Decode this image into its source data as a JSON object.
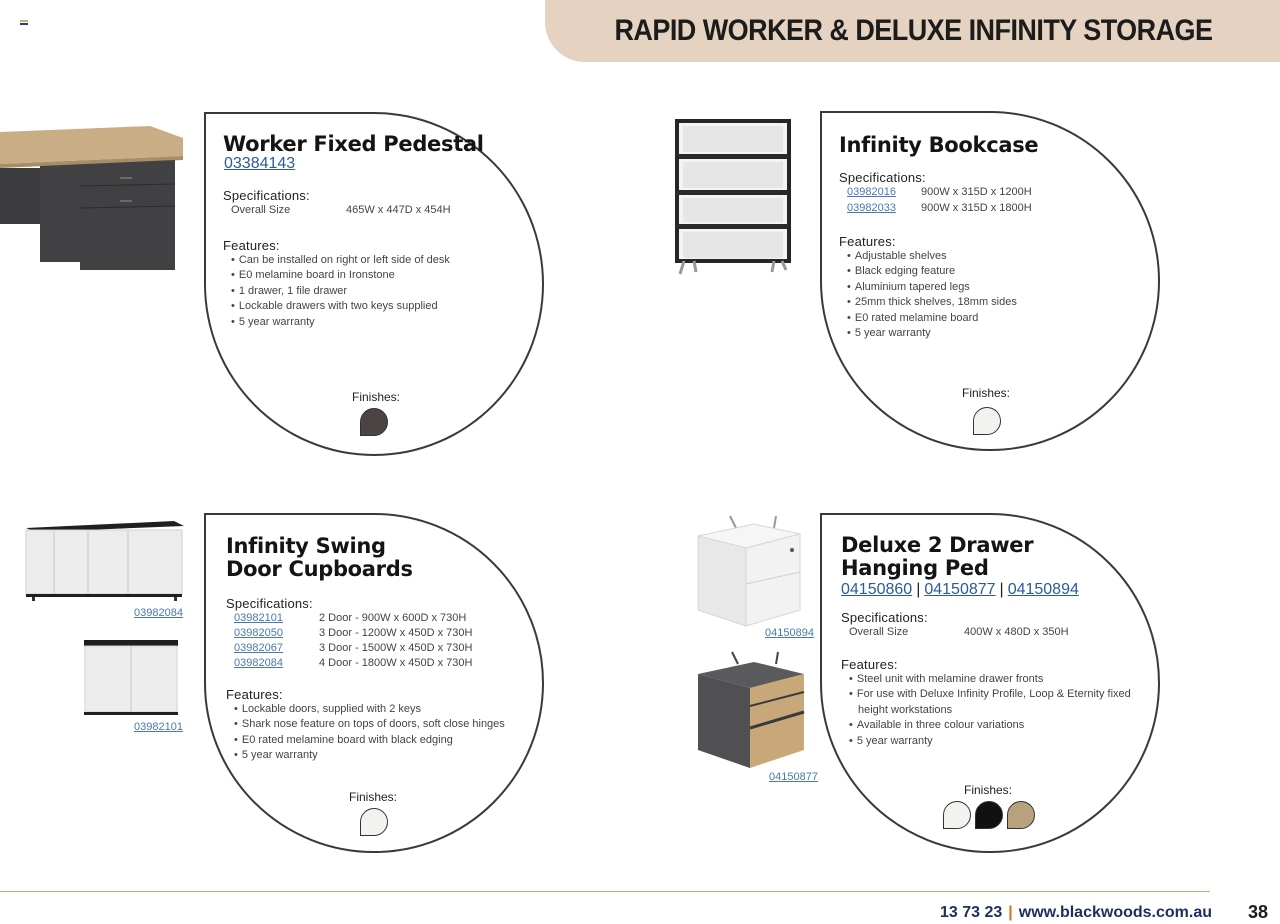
{
  "header": {
    "title": "RAPID WORKER & DELUXE INFINITY STORAGE"
  },
  "products": [
    {
      "title_lines": [
        "Worker Fixed Pedestal"
      ],
      "codes": [
        "03384143"
      ],
      "spec_heading": "Specifications:",
      "specs": [
        {
          "label": "Overall Size",
          "value": "465W x 447D x 454H"
        }
      ],
      "features_heading": "Features:",
      "features": [
        "Can be installed on right or left side of desk",
        "E0 melamine board in Ironstone",
        "1 drawer, 1 file drawer",
        "Lockable drawers with two keys supplied",
        "5 year warranty"
      ],
      "finishes_label": "Finishes:",
      "finishes": [
        "#4a4543"
      ]
    },
    {
      "title_lines": [
        "Infinity Bookcase"
      ],
      "spec_heading": "Specifications:",
      "specs": [
        {
          "code": "03982016",
          "value": "900W x 315D x 1200H"
        },
        {
          "code": "03982033",
          "value": "900W x 315D x 1800H"
        }
      ],
      "features_heading": "Features:",
      "features": [
        "Adjustable shelves",
        "Black edging feature",
        "Aluminium tapered legs",
        "25mm thick shelves, 18mm sides",
        "E0 rated melamine board",
        "5 year warranty"
      ],
      "finishes_label": "Finishes:",
      "finishes": [
        "#f2f2ee"
      ]
    },
    {
      "title_lines": [
        "Infinity Swing",
        "Door Cupboards"
      ],
      "spec_heading": "Specifications:",
      "specs": [
        {
          "code": "03982101",
          "value": "2 Door - 900W x 600D x 730H"
        },
        {
          "code": "03982050",
          "value": "3 Door - 1200W x 450D x 730H"
        },
        {
          "code": "03982067",
          "value": "3 Door - 1500W x 450D x 730H"
        },
        {
          "code": "03982084",
          "value": "4 Door - 1800W x 450D x 730H"
        }
      ],
      "features_heading": "Features:",
      "features": [
        "Lockable doors, supplied with 2 keys",
        "Shark nose feature on tops of doors, soft close hinges",
        "E0 rated melamine board with black edging",
        "5 year warranty"
      ],
      "finishes_label": "Finishes:",
      "finishes": [
        "#f2f2ee"
      ],
      "image_codes": [
        "03982084",
        "03982101"
      ]
    },
    {
      "title_lines": [
        "Deluxe 2 Drawer",
        "Hanging Ped"
      ],
      "codes": [
        "04150860",
        "04150877",
        "04150894"
      ],
      "spec_heading": "Specifications:",
      "specs": [
        {
          "label": "Overall Size",
          "value": "400W x 480D x 350H"
        }
      ],
      "features_heading": "Features:",
      "features": [
        "Steel unit with melamine drawer fronts",
        "For use with Deluxe Infinity Profile, Loop & Eternity fixed",
        "Available in three colour variations",
        "5 year warranty"
      ],
      "feature_continuation": "height workstations",
      "finishes_label": "Finishes:",
      "finishes": [
        "#f2f2ee",
        "#111111",
        "#b8a27e"
      ],
      "image_codes": [
        "04150894",
        "04150877"
      ]
    }
  ],
  "footer": {
    "phone": "13 73 23",
    "separator": "|",
    "website": "www.blackwoods.com.au",
    "page": "38"
  },
  "colors": {
    "banner": "#e5d2c1",
    "link": "#2a5b9a",
    "footer_text": "#1f2e5c",
    "accent": "#e06a1c"
  }
}
